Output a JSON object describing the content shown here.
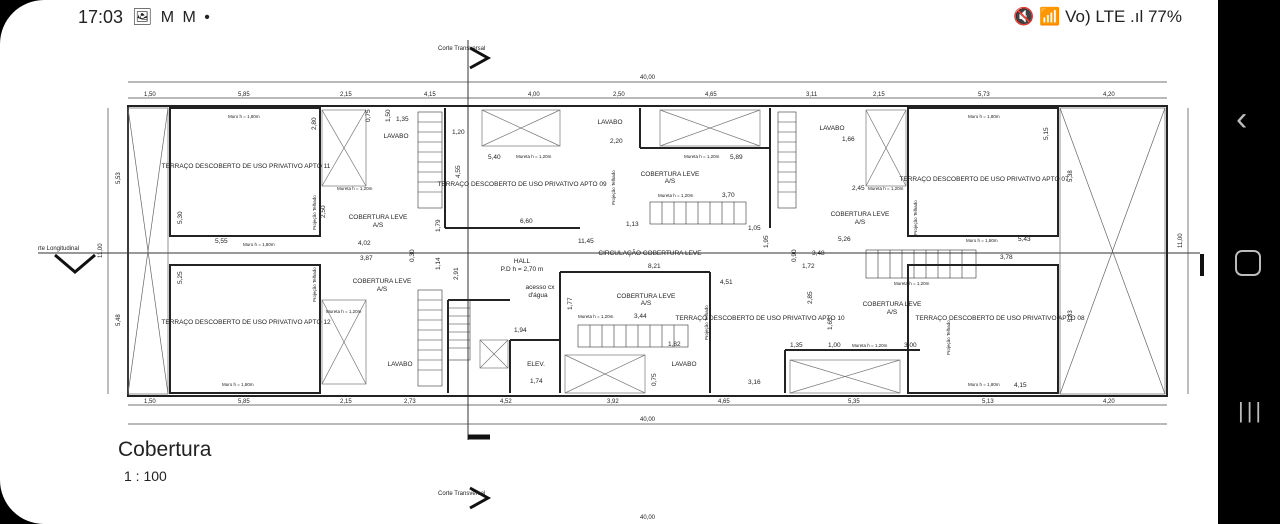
{
  "statusbar": {
    "time": "17:03",
    "notification_icons": "🖼 M M •",
    "right_status": "🔇 📶 Vo) LTE .ıl 77%"
  },
  "sheet": {
    "title": "Cobertura",
    "scale": "1 : 100"
  },
  "drawing": {
    "corte_transversal": "Corte Transversal",
    "corte_longitudinal": "rte Longitudinal",
    "total_width": "40,00",
    "top_dims": [
      "1,50",
      "5,85",
      "2,15",
      "4,15",
      "4,00",
      "2,50",
      "4,65",
      "3,11",
      "2,15",
      "5,73",
      "4,20"
    ],
    "bottom_dims": [
      "1,50",
      "5,85",
      "2,15",
      "2,73",
      "4,52",
      "3,92",
      "4,65",
      "5,35",
      "5,13",
      "4,20"
    ],
    "left_dims": [
      "5,53",
      "11,00",
      "5,48"
    ],
    "right_dims": [
      "11,00",
      "5,38",
      "5,83"
    ],
    "rooms": {
      "apto11": "TERRAÇO DESCOBERTO DE USO PRIVATIVO APTO 11",
      "apto09": "TERRAÇO DESCOBERTO DE USO PRIVATIVO APTO 09",
      "apto07": "TERRAÇO DESCOBERTO DE USO PRIVATIVO APTO 07",
      "apto12": "TERRAÇO DESCOBERTO DE USO PRIVATIVO APTO 12",
      "apto10": "TERRAÇO DESCOBERTO DE USO PRIVATIVO APTO 10",
      "apto08": "TERRAÇO DESCOBERTO DE USO PRIVATIVO APTO 08"
    },
    "labels": {
      "cobertura_leve": "COBERTURA LEVE",
      "as": "A/S",
      "lavabo": "LAVABO",
      "hall": "HALL",
      "pd": "P.D h = 2,70 m",
      "circulacao": "CIRCULAÇÃO COBERTURA LEVE",
      "acesso": "acesso cx",
      "dagua": "d'água",
      "elev": "ELEV.",
      "muro": "Muro h = 1,80m",
      "mureta": "Mureta h = 1,20m",
      "projecao": "Projeção Telhado"
    },
    "values": [
      "1,35",
      "1,50",
      "0,75",
      "2,80",
      "1,20",
      "5,40",
      "5,89",
      "2,20",
      "6,60",
      "11,45",
      "3,70",
      "1,13",
      "1,05",
      "1,66",
      "2,45",
      "4,55",
      "5,55",
      "5,43",
      "5,26",
      "1,95",
      "0,90",
      "1,72",
      "3,48",
      "3,78",
      "4,02",
      "3,87",
      "0,30",
      "2,91",
      "8,21",
      "4,51",
      "1,14",
      "1,79",
      "2,50",
      "5,30",
      "5,25",
      "1,77",
      "3,44",
      "1,94",
      "1,74",
      "1,82",
      "3,16",
      "1,35",
      "3,00",
      "1,00",
      "4,15",
      "5,15",
      "2,85",
      "1,65",
      "0,75"
    ]
  }
}
